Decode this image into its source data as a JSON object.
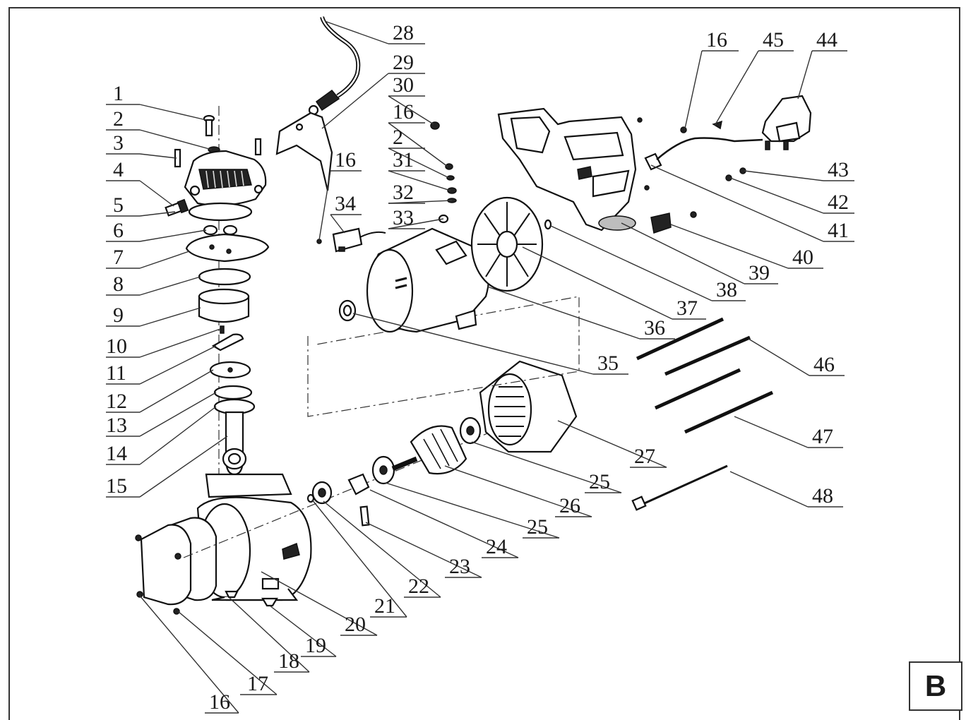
{
  "panel_badge": "B",
  "labels": [
    "1",
    "2",
    "3",
    "4",
    "5",
    "6",
    "7",
    "8",
    "9",
    "10",
    "11",
    "12",
    "13",
    "14",
    "15",
    "16",
    "17",
    "18",
    "19",
    "20",
    "21",
    "22",
    "23",
    "24",
    "25",
    "26",
    "25",
    "27",
    "28",
    "29",
    "30",
    "16",
    "2",
    "31",
    "32",
    "16",
    "34",
    "33",
    "35",
    "36",
    "37",
    "38",
    "39",
    "40",
    "41",
    "42",
    "43",
    "44",
    "45",
    "16",
    "46",
    "47",
    "48"
  ]
}
